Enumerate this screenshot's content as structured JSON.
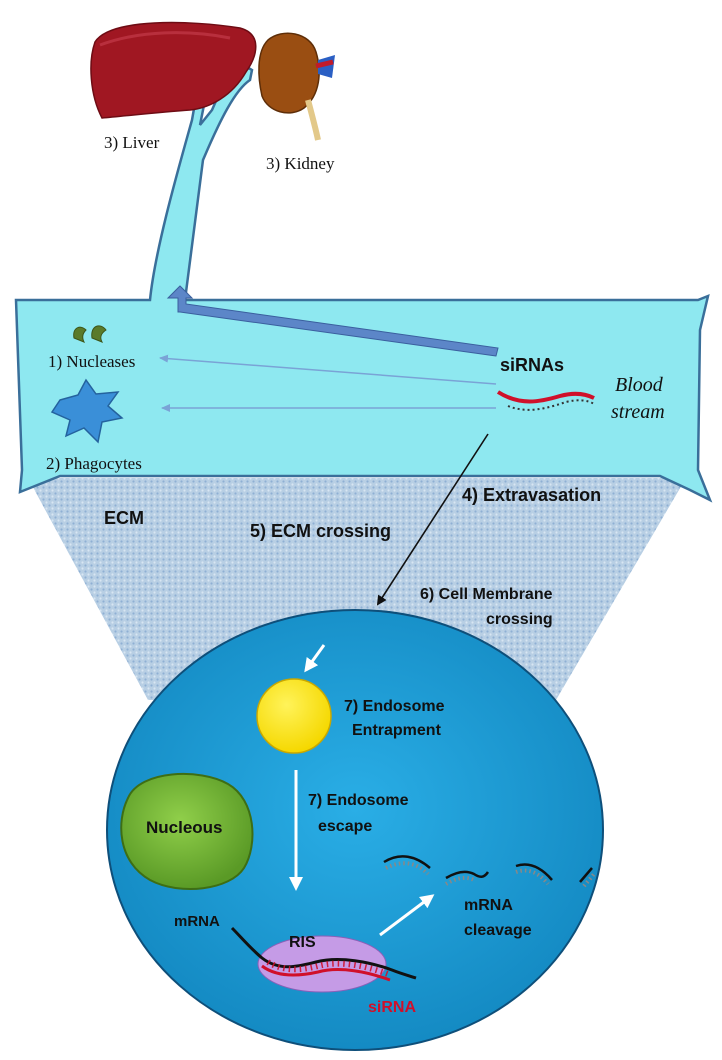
{
  "organs": {
    "liver": "3) Liver",
    "kidney": "3) Kidney"
  },
  "blood": {
    "nucleases": "1) Nucleases",
    "phagocytes": "2) Phagocytes",
    "sirnas": "siRNAs",
    "stream_line1": "Blood",
    "stream_line2": "stream"
  },
  "steps": {
    "ecm": "ECM",
    "extravasation": "4) Extravasation",
    "ecm_crossing": "5) ECM crossing",
    "cell_membrane_line1": "6) Cell Membrane",
    "cell_membrane_line2": "crossing"
  },
  "cell": {
    "endosome_entrapment_line1": "7) Endosome",
    "endosome_entrapment_line2": "Entrapment",
    "endosome_escape_line1": "7) Endosome",
    "endosome_escape_line2": "escape",
    "nucleus": "Nucleous",
    "mrna": "mRNA",
    "ris": "RIS",
    "sirna": "siRNA",
    "cleavage_line1": "mRNA",
    "cleavage_line2": "cleavage"
  },
  "colors": {
    "blood": "#8ee8f0",
    "cell": "#1b9bd4",
    "nucleus": "#7cbd3a",
    "endosome": "#ffeb00",
    "ris": "#c59be6",
    "liver": "#a01722",
    "kidney": "#9a4e12",
    "sirna_red": "#d0102a"
  }
}
